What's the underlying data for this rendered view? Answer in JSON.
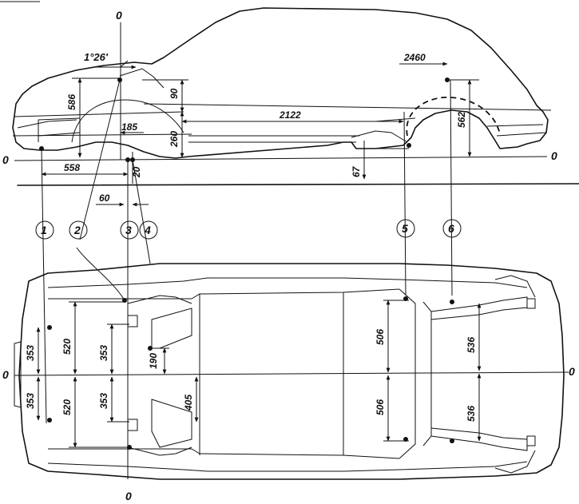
{
  "axes": {
    "zero": "0"
  },
  "angle": "1°26'",
  "side_view_dims": {
    "d586": "586",
    "d90": "90",
    "d2122": "2122",
    "d185": "185",
    "d260": "260",
    "d558": "558",
    "d20": "20",
    "d67": "67",
    "d2460": "2460",
    "d562": "562",
    "d60": "60"
  },
  "points": [
    "1",
    "2",
    "3",
    "4",
    "5",
    "6"
  ],
  "floor_view_dims": {
    "d353_outer_top": "353",
    "d353_outer_bottom": "353",
    "d520_top": "520",
    "d520_bottom": "520",
    "d353_inner_top": "353",
    "d353_inner_bottom": "353",
    "d190": "190",
    "d405": "405",
    "d506_top": "506",
    "d506_bottom": "506",
    "d536_top": "536",
    "d536_bottom": "536"
  }
}
